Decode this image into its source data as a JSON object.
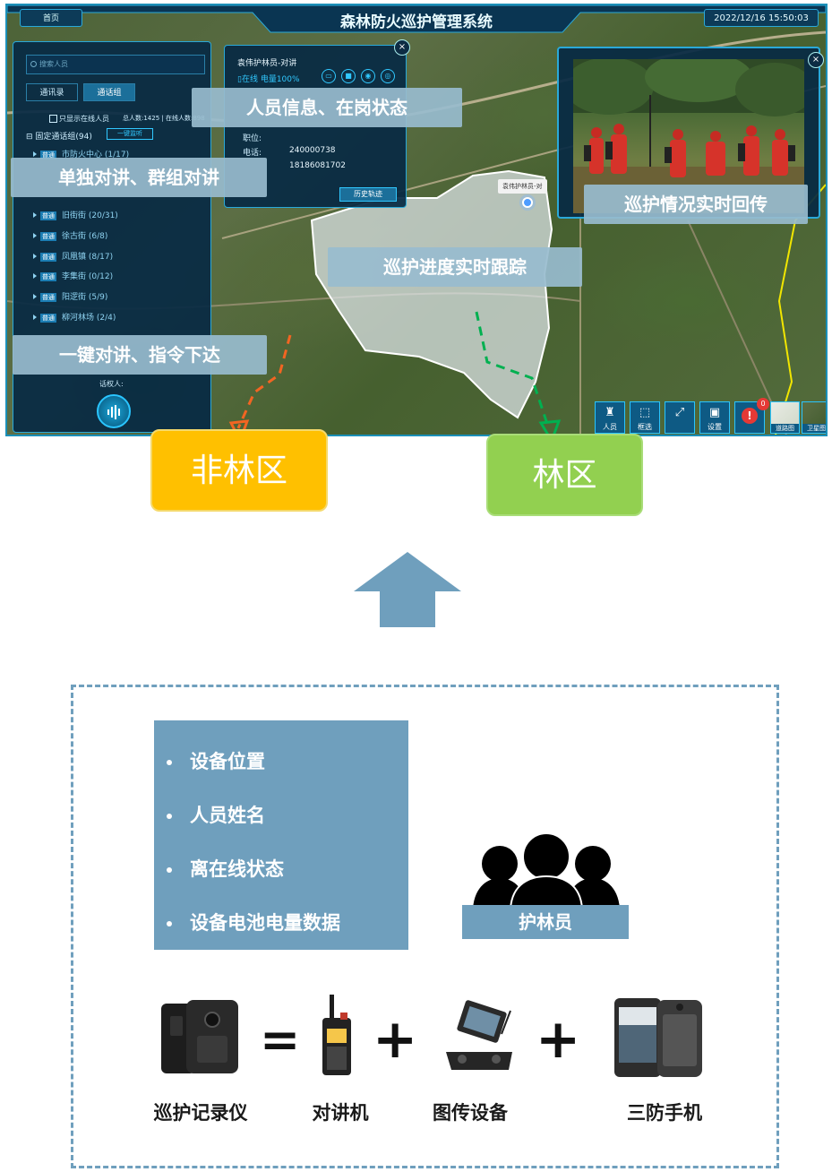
{
  "app": {
    "title": "森林防火巡护管理系统",
    "home_tab": "首页",
    "datetime": "2022/12/16 15:50:03",
    "left_panel": {
      "search_placeholder": "搜索人员",
      "tabs": [
        {
          "label": "通讯录",
          "active": false
        },
        {
          "label": "通话组",
          "active": true
        }
      ],
      "online_only_label": "只显示在线人员",
      "totals": "总人数:1425 | 在线人数:898",
      "fixed_group": "⊟ 固定通话组(94)",
      "monitor_button": "一键监听",
      "group_tag": "普通",
      "groups": [
        "市防火中心 (1/17)",
        "旧街街 (20/31)",
        "徐古街 (6/8)",
        "凤凰镇 (8/17)",
        "李集街 (0/12)",
        "阳逻街 (5/9)",
        "柳河林场 (2/4)"
      ],
      "speaker_label": "话权人:",
      "talk_icon": "microphone-wave-icon"
    },
    "info_panel": {
      "title": "袁伟护林员-对讲",
      "status": "在线 电量100%",
      "fields": [
        {
          "label": "职位:",
          "value": ""
        },
        {
          "label": "电话:",
          "value": "240000738"
        },
        {
          "label": "",
          "value": "18186081702"
        }
      ],
      "history_button": "历史轨迹",
      "close": "×"
    },
    "video_panel": {
      "close": "×"
    },
    "map_tooltip": "袁伟护林员-对",
    "toolbar": [
      {
        "label": "人员",
        "icon": "person-icon"
      },
      {
        "label": "框选",
        "icon": "box-select-icon"
      },
      {
        "label": "",
        "icon": "fullscreen-icon"
      },
      {
        "label": "设置",
        "icon": "settings-icon"
      },
      {
        "label": "",
        "icon": "alert-icon"
      }
    ],
    "alert_count": "0",
    "map_types": [
      "道路图",
      "卫星图"
    ]
  },
  "callouts": {
    "personnel": "人员信息、在岗状态",
    "talk": "单独对讲、群组对讲",
    "progress": "巡护进度实时跟踪",
    "video": "巡护情况实时回传",
    "command": "一键对讲、指令下达"
  },
  "zones": {
    "non_forest": "非林区",
    "forest": "林区"
  },
  "attributes": [
    "设备位置",
    "人员姓名",
    "离在线状态",
    "设备电池电量数据"
  ],
  "ranger_label": "护林员",
  "devices": [
    "巡护记录仪",
    "对讲机",
    "图传设备",
    "三防手机"
  ],
  "operators": [
    "=",
    "+",
    "+"
  ],
  "colors": {
    "panel_bg": "#082a44",
    "accent": "#2aa9d9",
    "callout_bg": "#98bcce",
    "non_forest": "#ffc000",
    "forest": "#92d050",
    "steel_blue": "#6f9fbd",
    "arrow_orange": "#f26522",
    "arrow_green": "#00b050"
  }
}
